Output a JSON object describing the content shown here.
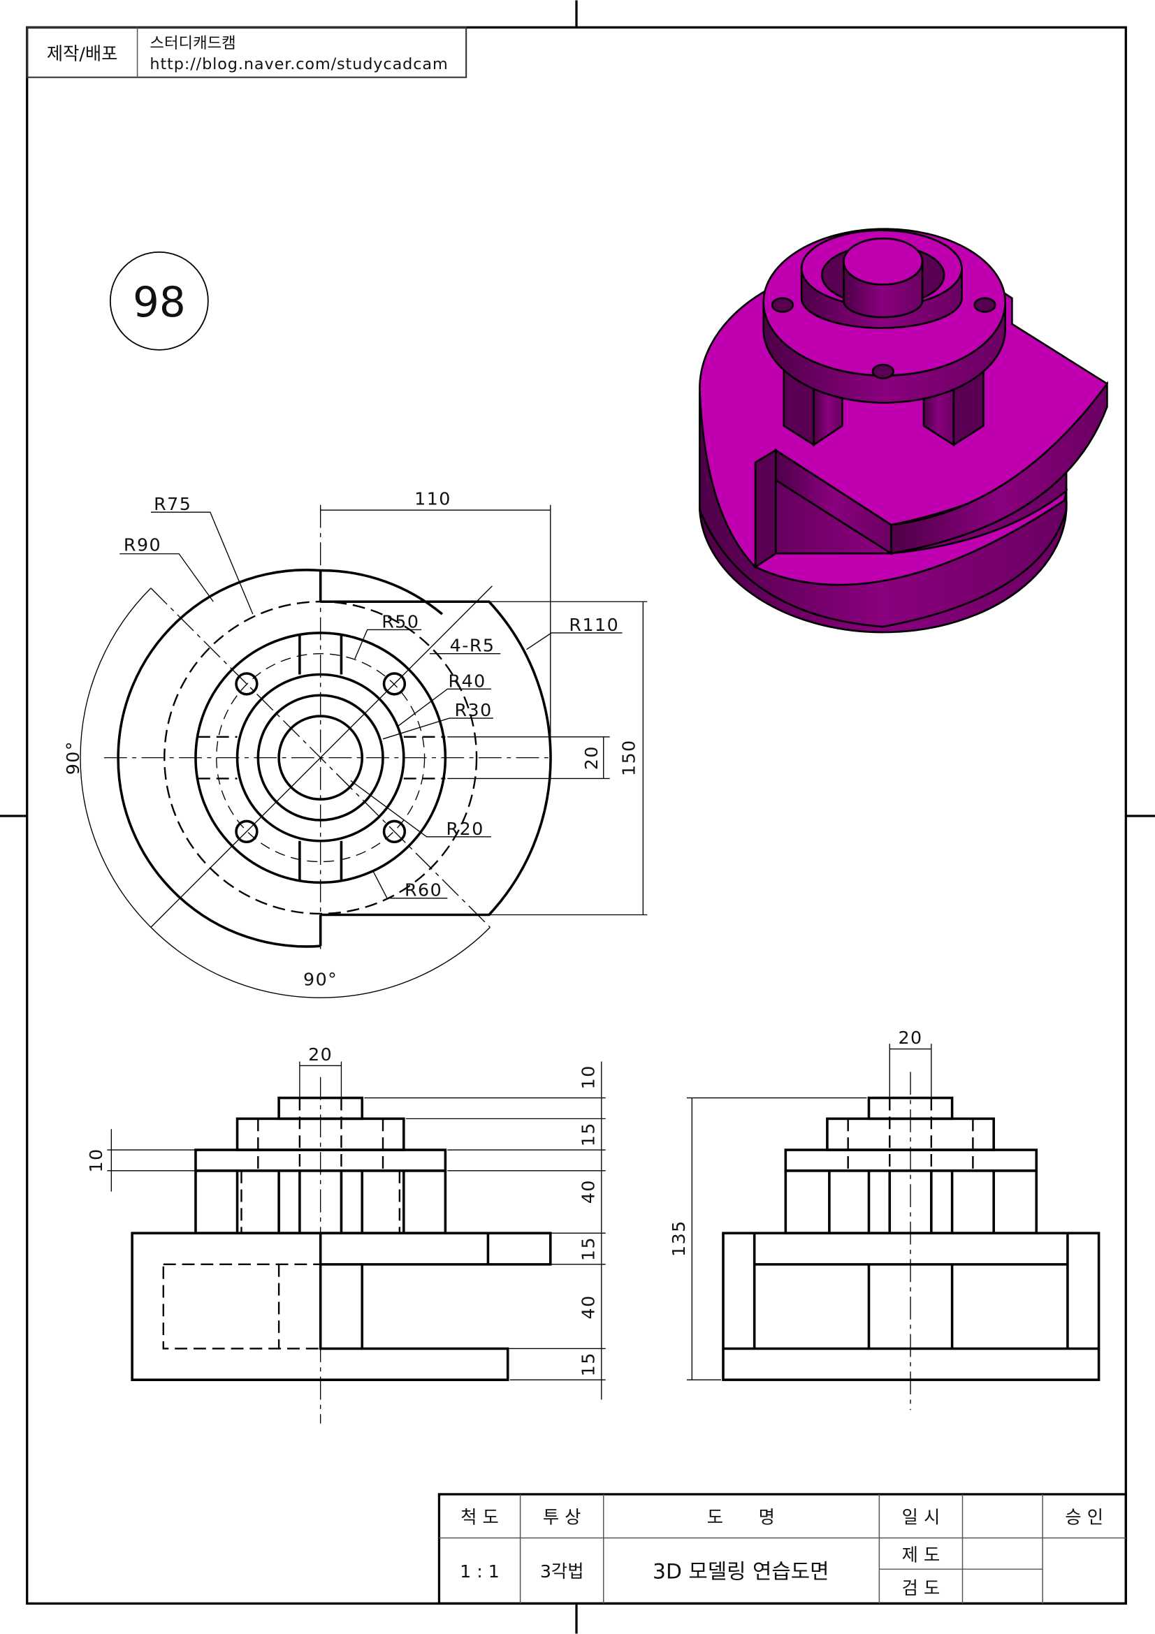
{
  "header": {
    "label": "제작/배포",
    "author": "스터디캐드캠",
    "url": "http://blog.naver.com/studycadcam"
  },
  "drawing_number": "98",
  "colors": {
    "model_top": "#c000b0",
    "model_side": "#7a006e",
    "model_dark": "#4e0048"
  },
  "top_view": {
    "dims": {
      "r75": "R75",
      "r90": "R90",
      "r50": "R50",
      "holes": "4-R5",
      "r40": "R40",
      "r30": "R30",
      "r20": "R20",
      "r60": "R60",
      "r110": "R110",
      "w110": "110",
      "h150": "150",
      "slot20": "20",
      "angle_left": "90°",
      "angle_bottom": "90°"
    }
  },
  "front_view": {
    "dims": {
      "top_width": "20",
      "left_10": "10",
      "stack": [
        "10",
        "15",
        "40",
        "15",
        "40",
        "15"
      ]
    }
  },
  "side_view": {
    "dims": {
      "top_width": "20",
      "height": "135"
    }
  },
  "title_block": {
    "scale_label": "척 도",
    "projection_label": "투 상",
    "name_label": "도　　명",
    "date_label": "일 시",
    "approve_label": "승 인",
    "scale_value": "1 : 1",
    "projection_value": "3각법",
    "name_value": "3D 모델링 연습도면",
    "drafted_label": "제 도",
    "checked_label": "검 도"
  }
}
